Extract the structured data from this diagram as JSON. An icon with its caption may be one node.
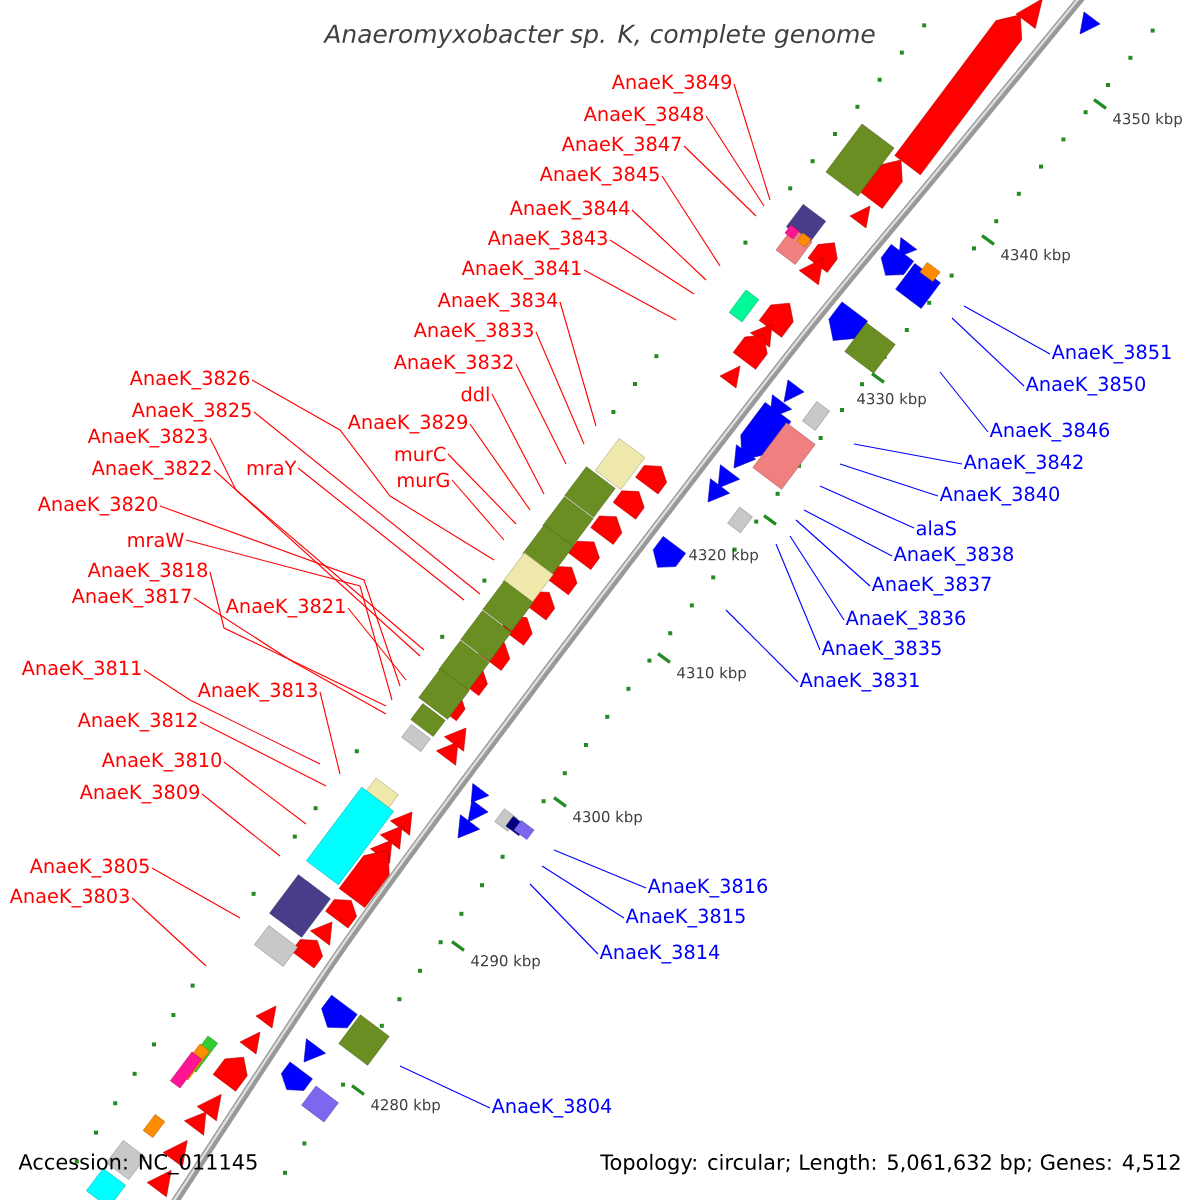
{
  "diagram": {
    "title": "Anaeromyxobacter sp. K, complete genome",
    "nodes": [
      {
        "text": [
          "AnaeK_3849"
        ]
      },
      {
        "text": [
          "AnaeK_3848"
        ]
      },
      {
        "text": [
          "AnaeK_3847"
        ]
      },
      {
        "text": [
          "AnaeK_3845"
        ]
      },
      {
        "text": [
          "AnaeK_3844"
        ]
      },
      {
        "text": [
          "AnaeK_3843"
        ]
      },
      {
        "text": [
          "AnaeK_3841"
        ]
      },
      {
        "text": [
          "AnaeK_3834"
        ]
      },
      {
        "text": [
          "AnaeK_3833"
        ]
      },
      {
        "text": [
          "AnaeK_3832"
        ]
      },
      {
        "text": [
          "AnaeK_3826"
        ]
      },
      {
        "text": [
          "ddl"
        ]
      },
      {
        "text": [
          "AnaeK_3825"
        ]
      },
      {
        "text": [
          "AnaeK_3829"
        ]
      },
      {
        "text": [
          "AnaeK_3823"
        ]
      },
      {
        "text": [
          "murC"
        ]
      },
      {
        "text": [
          "mraY"
        ]
      },
      {
        "text": [
          "AnaeK_3822"
        ]
      },
      {
        "text": [
          "murG"
        ]
      },
      {
        "text": [
          "AnaeK_3820"
        ]
      },
      {
        "text": [
          "mraW"
        ]
      },
      {
        "text": [
          "AnaeK_3818"
        ]
      },
      {
        "text": [
          "AnaeK_3817"
        ]
      },
      {
        "text": [
          "AnaeK_3821"
        ]
      },
      {
        "text": [
          "AnaeK_3811"
        ]
      },
      {
        "text": [
          "AnaeK_3813"
        ]
      },
      {
        "text": [
          "AnaeK_3812"
        ]
      },
      {
        "text": [
          "AnaeK_3810"
        ]
      },
      {
        "text": [
          "AnaeK_3809"
        ]
      },
      {
        "text": [
          "AnaeK_3805"
        ]
      },
      {
        "text": [
          "AnaeK_3803"
        ]
      },
      {
        "text": [
          "AnaeK_3851"
        ]
      },
      {
        "text": [
          "AnaeK_3850"
        ]
      },
      {
        "text": [
          "AnaeK_3846"
        ]
      },
      {
        "text": [
          "AnaeK_3842"
        ]
      },
      {
        "text": [
          "AnaeK_3840"
        ]
      },
      {
        "text": [
          "alaS"
        ]
      },
      {
        "text": [
          "AnaeK_3838"
        ]
      },
      {
        "text": [
          "AnaeK_3837"
        ]
      },
      {
        "text": [
          "AnaeK_3836"
        ]
      },
      {
        "text": [
          "AnaeK_3835"
        ]
      },
      {
        "text": [
          "AnaeK_3831"
        ]
      },
      {
        "text": [
          "AnaeK_3816"
        ]
      },
      {
        "text": [
          "AnaeK_3815"
        ]
      },
      {
        "text": [
          "AnaeK_3814"
        ]
      },
      {
        "text": [
          "AnaeK_3804"
        ]
      }
    ],
    "edges": [
      {
        "from": 0,
        "to": null,
        "arrow": "none"
      },
      {
        "from": 1,
        "to": null,
        "arrow": "none"
      },
      {
        "from": 2,
        "to": null,
        "arrow": "none"
      },
      {
        "from": 3,
        "to": null,
        "arrow": "none"
      },
      {
        "from": 4,
        "to": null,
        "arrow": "none"
      },
      {
        "from": 5,
        "to": null,
        "arrow": "none"
      },
      {
        "from": 6,
        "to": null,
        "arrow": "none"
      },
      {
        "from": 7,
        "to": null,
        "arrow": "none"
      },
      {
        "from": 8,
        "to": null,
        "arrow": "none"
      },
      {
        "from": 9,
        "to": null,
        "arrow": "none"
      },
      {
        "from": 10,
        "to": null,
        "arrow": "none"
      },
      {
        "from": 11,
        "to": null,
        "arrow": "none"
      },
      {
        "from": 12,
        "to": null,
        "arrow": "none"
      },
      {
        "from": 13,
        "to": null,
        "arrow": "none"
      },
      {
        "from": 14,
        "to": null,
        "arrow": "none"
      },
      {
        "from": 15,
        "to": null,
        "arrow": "none"
      },
      {
        "from": 16,
        "to": null,
        "arrow": "none"
      },
      {
        "from": 17,
        "to": null,
        "arrow": "none"
      },
      {
        "from": 18,
        "to": null,
        "arrow": "none"
      },
      {
        "from": 19,
        "to": null,
        "arrow": "none"
      },
      {
        "from": 20,
        "to": null,
        "arrow": "none"
      },
      {
        "from": 21,
        "to": null,
        "arrow": "none"
      },
      {
        "from": 22,
        "to": null,
        "arrow": "none"
      },
      {
        "from": 23,
        "to": null,
        "arrow": "none"
      },
      {
        "from": 24,
        "to": null,
        "arrow": "none"
      },
      {
        "from": 25,
        "to": null,
        "arrow": "none"
      },
      {
        "from": 26,
        "to": null,
        "arrow": "none"
      },
      {
        "from": 27,
        "to": null,
        "arrow": "none"
      },
      {
        "from": 28,
        "to": null,
        "arrow": "none"
      },
      {
        "from": 29,
        "to": null,
        "arrow": "none"
      },
      {
        "from": 30,
        "to": null,
        "arrow": "none"
      },
      {
        "from": 31,
        "to": null,
        "arrow": "none",
        "color": "#0000ff"
      },
      {
        "from": 32,
        "to": null,
        "arrow": "none",
        "color": "#0000ff"
      },
      {
        "from": 33,
        "to": null,
        "arrow": "none",
        "color": "#0000ff"
      },
      {
        "from": 34,
        "to": null,
        "arrow": "none",
        "color": "#0000ff"
      },
      {
        "from": 35,
        "to": null,
        "arrow": "none",
        "color": "#0000ff"
      },
      {
        "from": 36,
        "to": null,
        "arrow": "none",
        "color": "#0000ff"
      },
      {
        "from": 37,
        "to": null,
        "arrow": "none",
        "color": "#0000ff"
      },
      {
        "from": 38,
        "to": null,
        "arrow": "none",
        "color": "#0000ff"
      },
      {
        "from": 39,
        "to": null,
        "arrow": "none",
        "color": "#0000ff"
      },
      {
        "from": 40,
        "to": null,
        "arrow": "none",
        "color": "#0000ff"
      },
      {
        "from": 41,
        "to": null,
        "arrow": "none",
        "color": "#0000ff"
      },
      {
        "from": 42,
        "to": null,
        "arrow": "none",
        "color": "#0000ff"
      },
      {
        "from": 43,
        "to": null,
        "arrow": "none",
        "color": "#0000ff"
      },
      {
        "from": 44,
        "to": null,
        "arrow": "none",
        "color": "#0000ff"
      },
      {
        "from": 45,
        "to": null,
        "arrow": "none",
        "color": "#0000ff"
      }
    ],
    "labels": [
      "4350 kbp",
      "4340 kbp",
      "4330 kbp",
      "4320 kbp",
      "4310 kbp",
      "4300 kbp",
      "4290 kbp",
      "4280 kbp",
      "Accession: NC_011145",
      "Topology: circular; Length: 5,061,632 bp; Genes: 4,512"
    ]
  }
}
